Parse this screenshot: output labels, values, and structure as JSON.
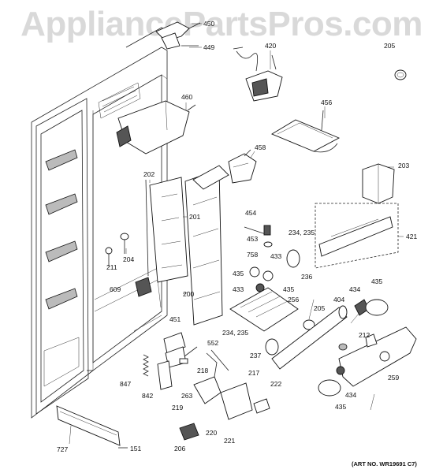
{
  "watermark": "AppliancePartsPros.com",
  "art_number": "(ART NO. WR19691 C7)",
  "callouts": {
    "c450": "450",
    "c449": "449",
    "c420": "420",
    "c205a": "205",
    "c460": "460",
    "c456": "456",
    "c458": "458",
    "c203": "203",
    "c202": "202",
    "c201": "201",
    "c454": "454",
    "c234a": "234, 235",
    "c421": "421",
    "c453": "453",
    "c758": "758",
    "c433a": "433",
    "c236": "236",
    "c204": "204",
    "c211": "211",
    "c435a": "435",
    "c433b": "433",
    "c435b": "435",
    "c609": "609",
    "c200": "200",
    "c256": "256",
    "c205b": "205",
    "c404": "404",
    "c434a": "434",
    "c435c": "435",
    "c451": "451",
    "c234b": "234, 235",
    "c552": "552",
    "c212": "212",
    "c237": "237",
    "c217": "217",
    "c218": "218",
    "c847": "847",
    "c842": "842",
    "c263": "263",
    "c259": "259",
    "c222": "222",
    "c219": "219",
    "c434b": "434",
    "c220": "220",
    "c221": "221",
    "c435d": "435",
    "c727": "727",
    "c151": "151",
    "c206": "206"
  }
}
